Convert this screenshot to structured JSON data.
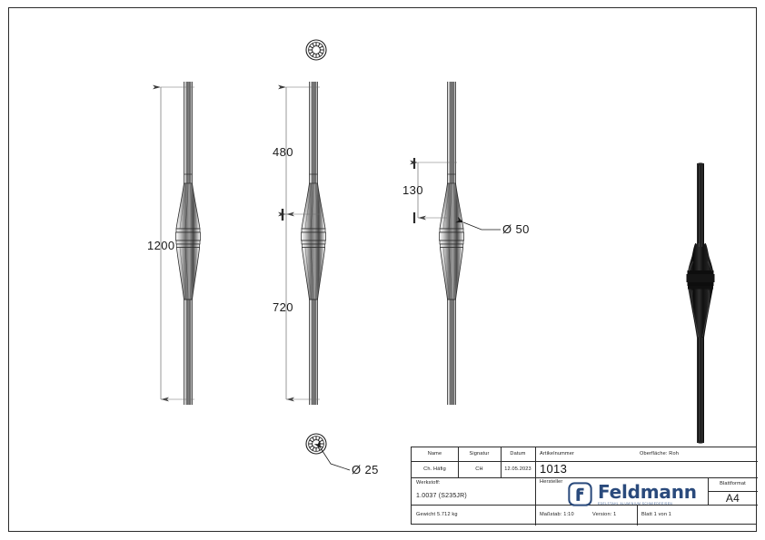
{
  "document": {
    "type": "technical-drawing",
    "sheet_format": "A4",
    "orientation": "landscape"
  },
  "dimensions": {
    "overall_length": "1200",
    "upper_segment": "480",
    "lower_segment": "720",
    "ornament_height": "130",
    "ornament_diameter": "Ø 50",
    "bar_diameter": "Ø 25"
  },
  "title_block": {
    "headers": {
      "name": "Name",
      "signature": "Signatur",
      "date": "Datum",
      "article_number": "Artikelnummer",
      "surface": "Oberfläche:  Roh",
      "material": "Werkstoff:",
      "manufacturer": "Hersteller",
      "sheet_format": "Blattformat"
    },
    "values": {
      "name": "Ch. Häfig",
      "signature": "CH",
      "date": "12.05.2023",
      "article_number": "1013",
      "material": "1.0037 (S235JR)",
      "sheet_format": "A4",
      "weight": "Gewicht 5.712 kg",
      "scale": "Maßstab: 1:10",
      "version": "Version: 1",
      "sheet": "Blatt 1 von 1"
    },
    "logo": {
      "word": "Feldmann",
      "tagline": "EDELSTAHL ALUMINIUM SCHMIEDEEISEN",
      "brand_color": "#2a4a7c"
    }
  },
  "views": {
    "view_1": "front-elevation-dimensioned-overall",
    "view_2": "front-elevation-dimensioned-segments",
    "view_3": "front-elevation-detail-ornament",
    "view_4": "isometric-rendered-view",
    "section_top": "cross-section-fluted-top",
    "section_bottom": "cross-section-fluted-bottom"
  },
  "colors": {
    "line": "#2b2b2b",
    "dim_line": "#6e6e6e",
    "render_dark": "#0d0d0d",
    "paper": "#ffffff"
  }
}
